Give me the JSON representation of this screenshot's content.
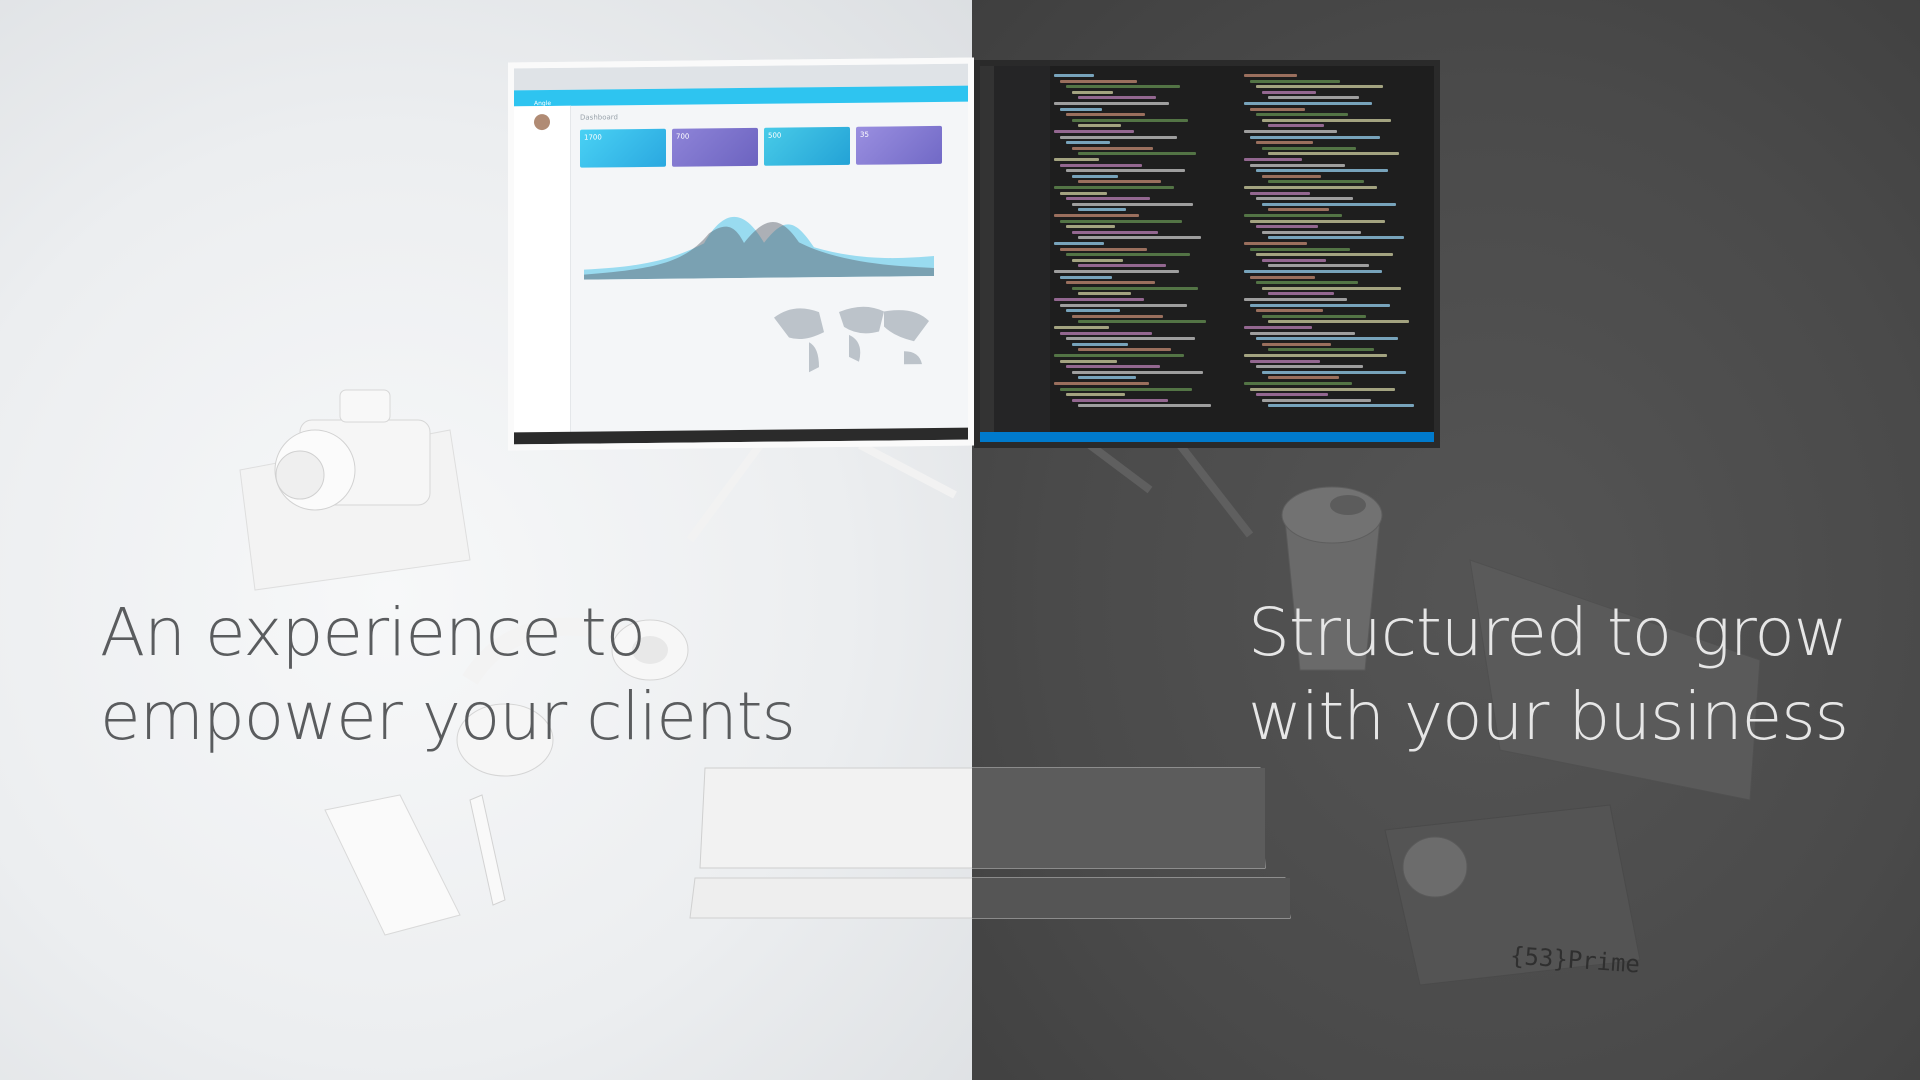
{
  "headlines": {
    "left": {
      "line1": "An experience to",
      "line2": "empower your clients"
    },
    "right": {
      "line1": "Structured to grow",
      "line2": "with your business"
    }
  },
  "logo": {
    "text": "{53}Prime"
  },
  "dashboard": {
    "app_name": "Angle",
    "page_title": "Dashboard",
    "cards": [
      {
        "value": "1700"
      },
      {
        "value": "700"
      },
      {
        "value": "500"
      },
      {
        "value": "35"
      }
    ]
  },
  "colors": {
    "light_bg": "#eceef0",
    "dark_bg": "#4a4a4a",
    "accent_cyan": "#2ec4f0",
    "accent_purple": "#7d74cc",
    "editor_bg": "#1e1e1e",
    "editor_status": "#007acc"
  },
  "objects": [
    "camera",
    "book",
    "headphones",
    "phone",
    "pen",
    "keyboard",
    "coffee-cup",
    "magazine",
    "mouse",
    "mouse-pad",
    "monitor"
  ]
}
